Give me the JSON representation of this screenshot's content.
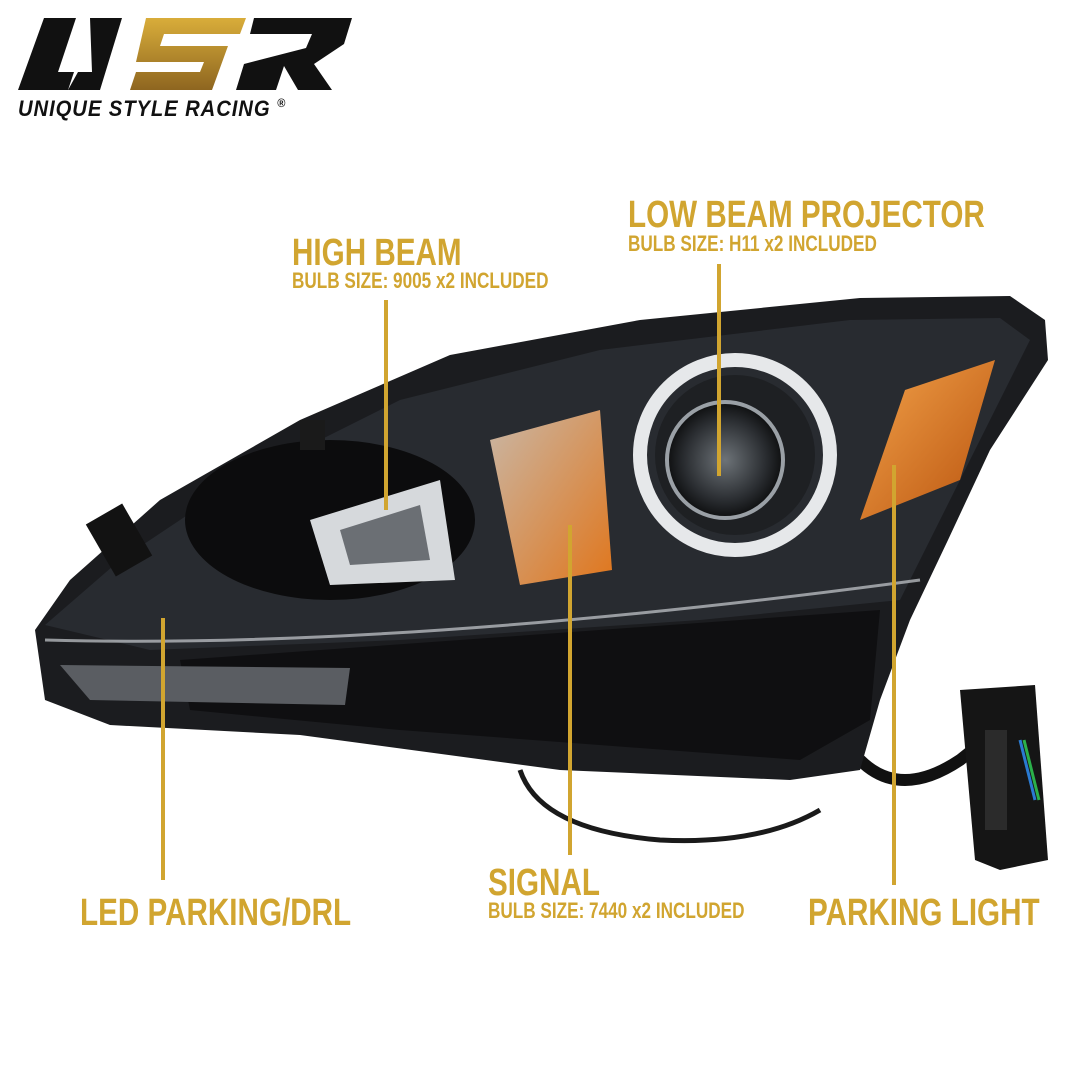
{
  "logo": {
    "mark": "USR",
    "text": "UNIQUE STYLE RACING",
    "registered": "®"
  },
  "colors": {
    "label_gold": "#d1a530",
    "logo_gold": "#c79a2c",
    "housing": "#1a1a1c",
    "amber": "#e07a1a"
  },
  "callouts": [
    {
      "title": "HIGH BEAM",
      "subtitle": "BULB SIZE: 9005 x2 INCLUDED"
    },
    {
      "title": "LOW BEAM PROJECTOR",
      "subtitle": "BULB SIZE: H11 x2 INCLUDED"
    },
    {
      "title": "LED PARKING/DRL"
    },
    {
      "title": "SIGNAL",
      "subtitle": "BULB SIZE: 7440 x2 INCLUDED"
    },
    {
      "title": "PARKING LIGHT"
    }
  ]
}
